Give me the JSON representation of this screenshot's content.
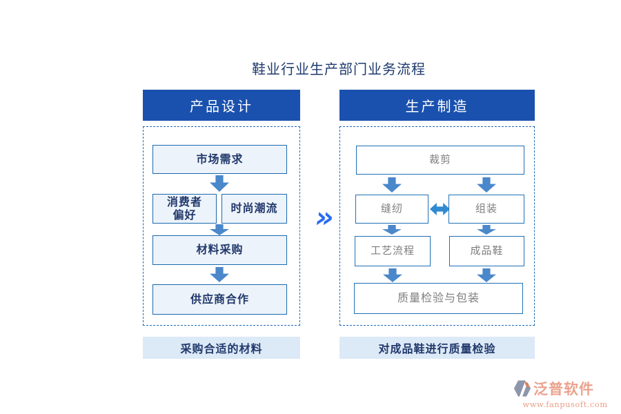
{
  "title": "鞋业行业生产部门业务流程",
  "left_panel": {
    "header": "产品设计",
    "boxes": {
      "market_demand": "市场需求",
      "consumer_line1": "消费者",
      "consumer_line2": "偏好",
      "fashion_trend": "时尚潮流",
      "material_purchase": "材料采购",
      "supplier_coop": "供应商合作"
    },
    "footer": "采购合适的材料"
  },
  "right_panel": {
    "header": "生产制造",
    "boxes": {
      "cutting": "裁剪",
      "sewing": "缝纫",
      "assembly": "组装",
      "process_flow": "工艺流程",
      "finished_shoes": "成品鞋",
      "quality_packaging": "质量检验与包装"
    },
    "footer": "对成品鞋进行质量检验"
  },
  "connector": {
    "symbol": "»"
  },
  "logo": {
    "brand": "泛普软件",
    "website": "www.fanpusoft.com"
  },
  "icons": [
    "arrow-down-icon",
    "arrow-leftright-icon",
    "double-chevron-icon",
    "fanpu-logo-icon"
  ],
  "colors": {
    "header_bg": "#1a51ae",
    "box_border": "#1a68b0",
    "left_box_fill": "#edf3fa",
    "navy_text": "#21386b",
    "gray_text": "#7e7e7e",
    "arrow_blue": "#4a87cb",
    "double_arrow_blue": "#2f8ad2",
    "footer_fill": "#dce9f6",
    "chevron_blue": "#2b6cf3",
    "logo_salmon": "#e8a08a"
  }
}
